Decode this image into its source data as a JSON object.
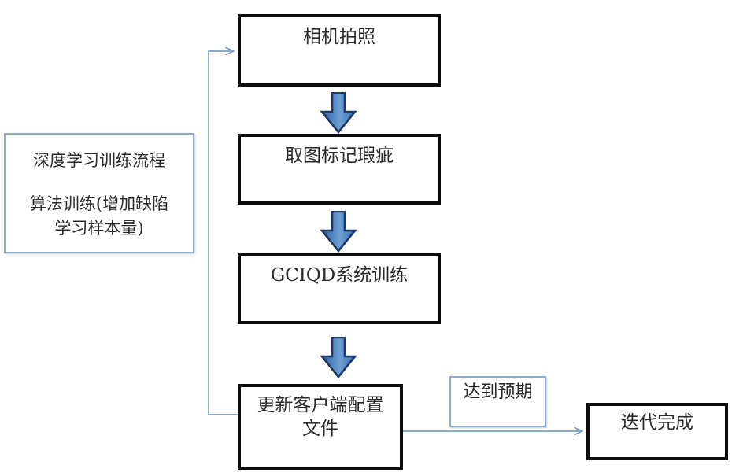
{
  "diagram": {
    "title": "深度学习训练流程",
    "type": "flowchart",
    "colors": {
      "box_border": "#0d0d0d",
      "thin_border": "#93a9c8",
      "arrow_fill": "#4a7ebb",
      "arrow_outline": "#1f3864",
      "connector_line": "#7f9dc4",
      "text": "#2a2a2a",
      "background": "#ffffff"
    },
    "left_panel": {
      "heading": "深度学习训练流程",
      "body": "算法训练(增加缺陷\n学习样本量)"
    },
    "nodes": [
      {
        "id": "capture",
        "label": "相机拍照"
      },
      {
        "id": "mark",
        "label": "取图标记瑕疵"
      },
      {
        "id": "train",
        "label": "GCIQD系统训练"
      },
      {
        "id": "update",
        "label": "更新客户端配置\n文件"
      },
      {
        "id": "done",
        "label": "迭代完成"
      }
    ],
    "annotations": [
      {
        "id": "expectation",
        "label": "达到预期"
      }
    ],
    "connectors": [
      {
        "from": "capture",
        "to": "mark",
        "kind": "block-arrow",
        "direction": "down"
      },
      {
        "from": "mark",
        "to": "train",
        "kind": "block-arrow",
        "direction": "down"
      },
      {
        "from": "train",
        "to": "update",
        "kind": "block-arrow",
        "direction": "down"
      },
      {
        "from": "update",
        "to": "capture",
        "kind": "feedback-line",
        "direction": "up-left"
      },
      {
        "from": "update",
        "to": "done",
        "kind": "line",
        "direction": "right",
        "label": "达到预期"
      }
    ]
  }
}
